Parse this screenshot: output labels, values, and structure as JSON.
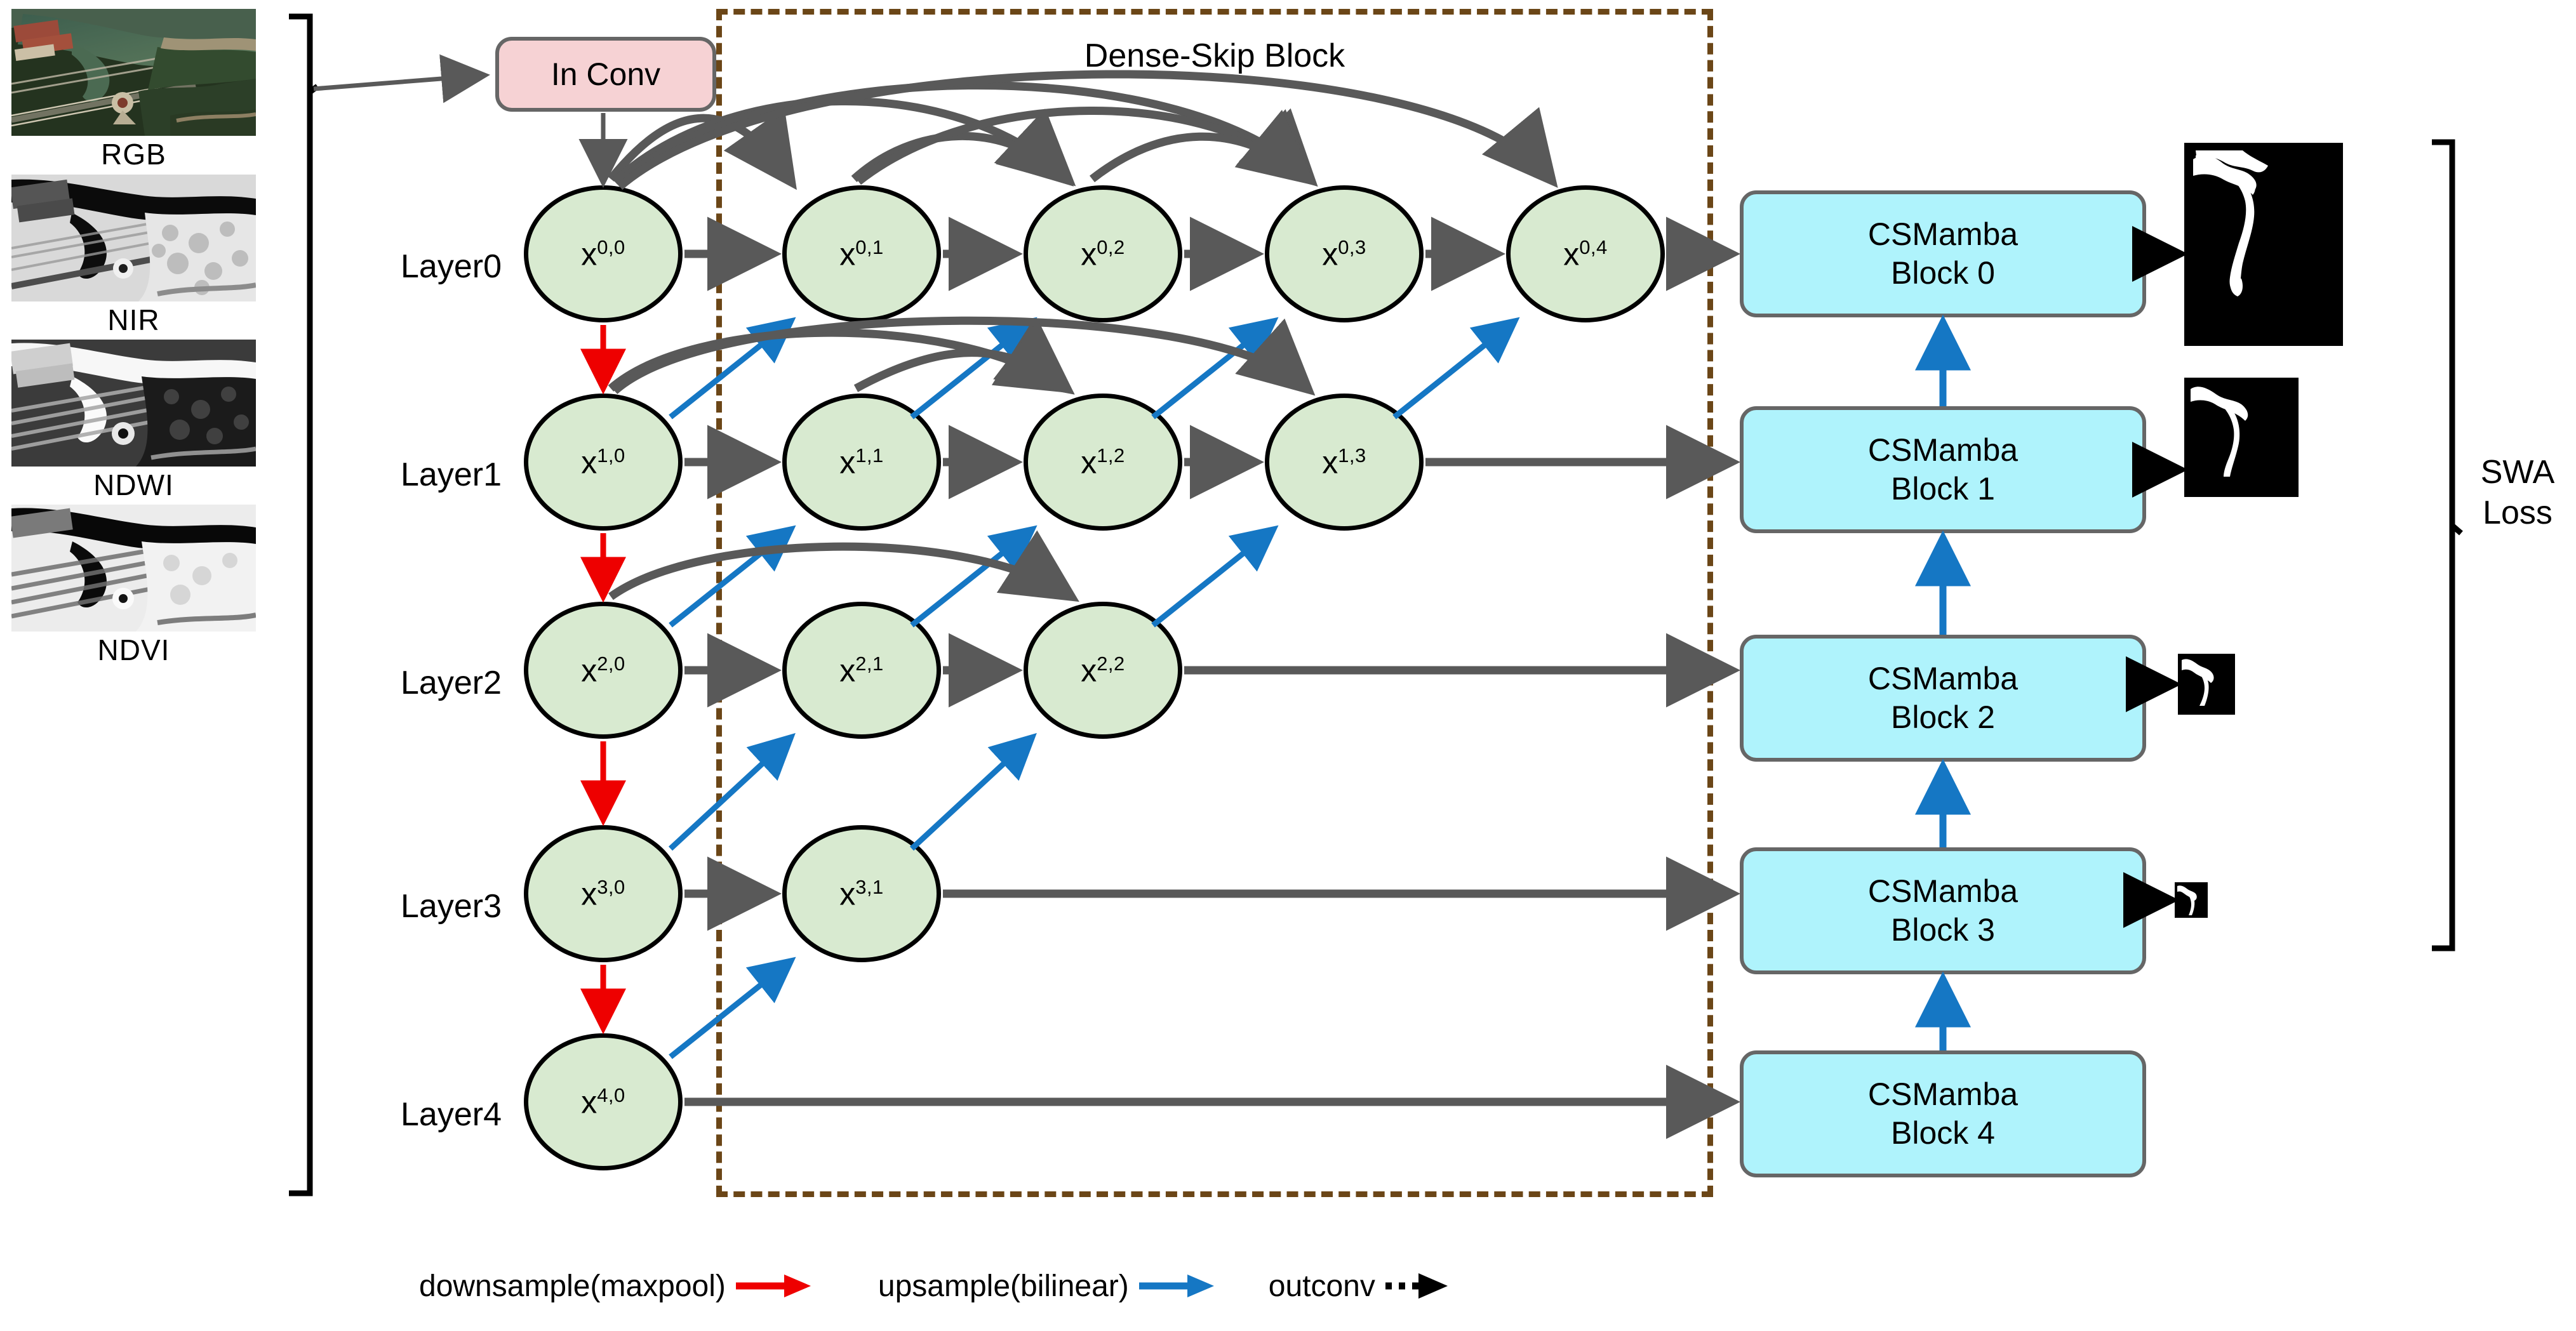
{
  "figure": {
    "title": "Dense-Skip Block",
    "in_conv_label": "In Conv",
    "swa_label_line1": "SWA",
    "swa_label_line2": "Loss"
  },
  "inputs": {
    "items": [
      {
        "label": "RGB",
        "kind": "rgb-satellite-thumbnail"
      },
      {
        "label": "NIR",
        "kind": "nir-grayscale-thumbnail"
      },
      {
        "label": "NDWI",
        "kind": "ndwi-grayscale-thumbnail"
      },
      {
        "label": "NDVI",
        "kind": "ndvi-grayscale-thumbnail"
      }
    ]
  },
  "layers": {
    "labels": [
      "Layer0",
      "Layer1",
      "Layer2",
      "Layer3",
      "Layer4"
    ],
    "rows": [
      {
        "name": "Layer0",
        "nodes": [
          "x0,0",
          "x0,1",
          "x0,2",
          "x0,3",
          "x0,4"
        ]
      },
      {
        "name": "Layer1",
        "nodes": [
          "x1,0",
          "x1,1",
          "x1,2",
          "x1,3"
        ]
      },
      {
        "name": "Layer2",
        "nodes": [
          "x2,0",
          "x2,1",
          "x2,2"
        ]
      },
      {
        "name": "Layer3",
        "nodes": [
          "x3,0",
          "x3,1"
        ]
      },
      {
        "name": "Layer4",
        "nodes": [
          "x4,0"
        ]
      }
    ],
    "node_base": "x",
    "nodes_sup": [
      [
        "0,0",
        "0,1",
        "0,2",
        "0,3",
        "0,4"
      ],
      [
        "1,0",
        "1,1",
        "1,2",
        "1,3"
      ],
      [
        "2,0",
        "2,1",
        "2,2"
      ],
      [
        "3,0",
        "3,1"
      ],
      [
        "4,0"
      ]
    ]
  },
  "decoder": {
    "blocks": [
      {
        "line1": "CSMamba",
        "line2": "Block 0"
      },
      {
        "line1": "CSMamba",
        "line2": "Block 1"
      },
      {
        "line1": "CSMamba",
        "line2": "Block 2"
      },
      {
        "line1": "CSMamba",
        "line2": "Block 3"
      },
      {
        "line1": "CSMamba",
        "line2": "Block 4"
      }
    ]
  },
  "outputs": {
    "masks": [
      "segmentation-mask-0",
      "segmentation-mask-1",
      "segmentation-mask-2",
      "segmentation-mask-3"
    ]
  },
  "legend": {
    "items": [
      {
        "label": "downsample(maxpool)",
        "arrow": "solid-arrow",
        "color": "#ee0000"
      },
      {
        "label": "upsample(bilinear)",
        "arrow": "solid-arrow",
        "color": "#1577c4"
      },
      {
        "label": "outconv",
        "arrow": "dotted-arrow",
        "color": "#000000"
      }
    ]
  },
  "colors": {
    "in_conv_fill": "#f6d2d4",
    "csmamba_fill": "#aff3fc",
    "node_fill": "#d8ead0",
    "dense_box_border": "#6b4617",
    "skip_arrow": "#595959",
    "downsample": "#ee0000",
    "upsample": "#1577c4",
    "outconv": "#000000"
  }
}
